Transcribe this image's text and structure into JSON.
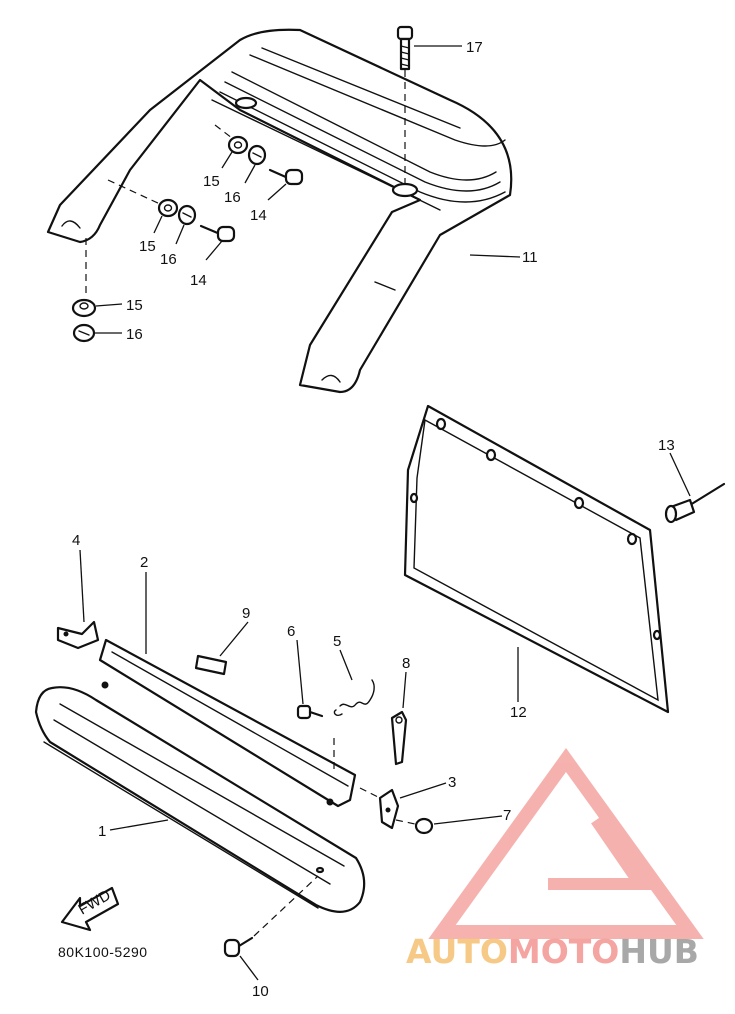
{
  "diagram_code": "80K100-5290",
  "direction_arrow": "FWD",
  "callouts": {
    "c1": "1",
    "c2": "2",
    "c3": "3",
    "c4": "4",
    "c5": "5",
    "c6": "6",
    "c7": "7",
    "c8": "8",
    "c9": "9",
    "c10": "10",
    "c11": "11",
    "c12": "12",
    "c13": "13",
    "c14a": "14",
    "c14b": "14",
    "c15a": "15",
    "c15b": "15",
    "c15c": "15",
    "c16a": "16",
    "c16b": "16",
    "c16c": "16",
    "c17": "17"
  },
  "watermark": {
    "part1": "AUTO",
    "part2": "MOTO",
    "part3": "HUB",
    "colors": {
      "auto": "#f6c987",
      "moto": "#f4a4a1",
      "hub": "#a8a8a8",
      "logo": "#f4a4a1"
    }
  }
}
